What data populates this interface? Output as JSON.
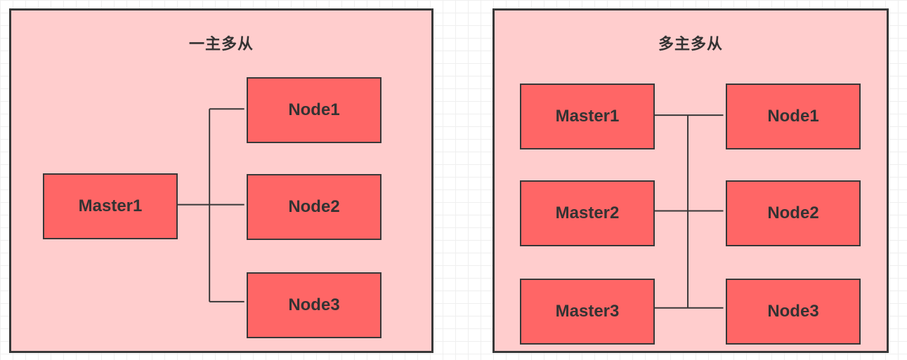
{
  "diagram": {
    "panels": [
      {
        "id": "single-master",
        "title": "一主多从",
        "masters": [
          {
            "label": "Master1"
          }
        ],
        "nodes": [
          {
            "label": "Node1"
          },
          {
            "label": "Node2"
          },
          {
            "label": "Node3"
          }
        ]
      },
      {
        "id": "multi-master",
        "title": "多主多从",
        "masters": [
          {
            "label": "Master1"
          },
          {
            "label": "Master2"
          },
          {
            "label": "Master3"
          }
        ],
        "nodes": [
          {
            "label": "Node1"
          },
          {
            "label": "Node2"
          },
          {
            "label": "Node3"
          }
        ]
      }
    ],
    "colors": {
      "canvas_bg": "#FFFFFF",
      "grid_line": "#EFEFEF",
      "panel_fill": "#FFCDCD",
      "shape_fill": "#FF6666",
      "stroke": "#383838",
      "text": "#333333"
    }
  }
}
